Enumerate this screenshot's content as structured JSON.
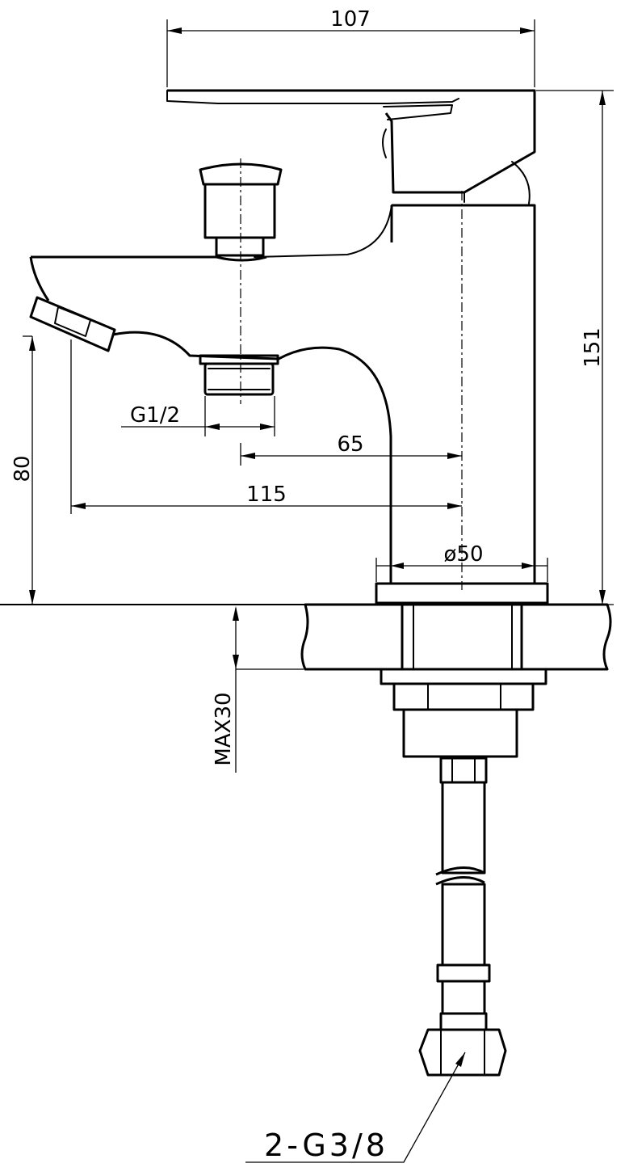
{
  "dimensions": {
    "overall_width": "107",
    "overall_height": "151",
    "spout_height": "80",
    "thread_outlet": "G1/2",
    "center_to_outlet": "65",
    "center_to_spout_tip": "115",
    "body_diameter": "ø50",
    "max_deck_thickness": "MAX30",
    "supply_hoses": "2-G3/8"
  },
  "colors": {
    "line": "#000000",
    "background": "#ffffff"
  }
}
